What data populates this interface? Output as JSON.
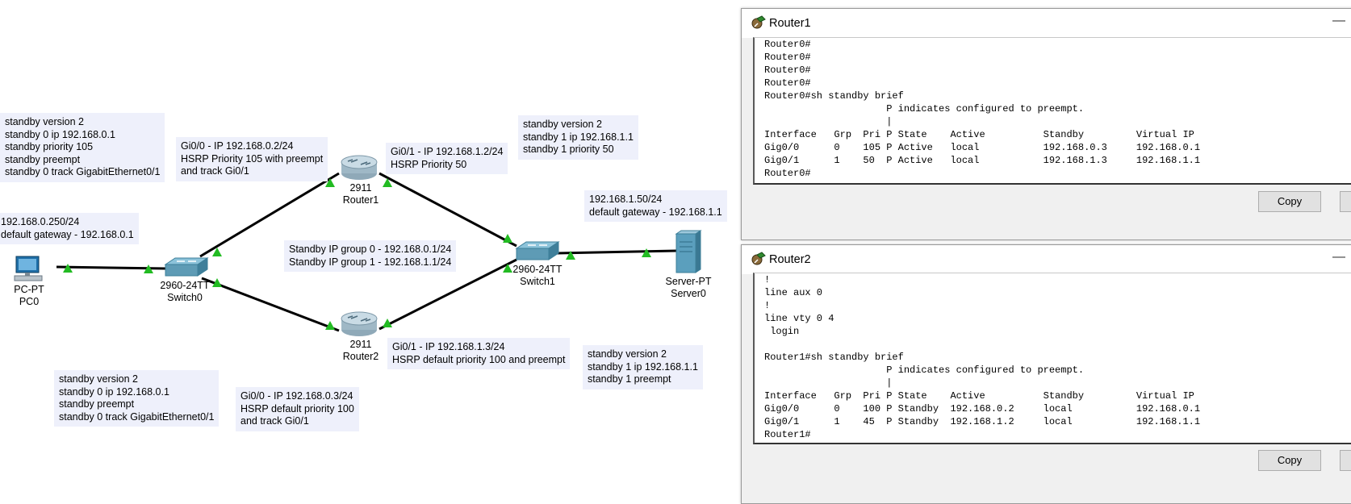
{
  "devices": {
    "pc0": {
      "type": "PC-PT",
      "name": "PC0"
    },
    "switch0": {
      "type": "2960-24TT",
      "name": "Switch0"
    },
    "router1": {
      "type": "2911",
      "name": "Router1"
    },
    "router2": {
      "type": "2911",
      "name": "Router2"
    },
    "switch1": {
      "type": "2960-24TT",
      "name": "Switch1"
    },
    "server0": {
      "type": "Server-PT",
      "name": "Server0"
    }
  },
  "notes": {
    "router1_config": [
      "standby version 2",
      "standby 0 ip 192.168.0.1",
      "standby priority 105",
      "standby preempt",
      "standby 0 track GigabitEthernet0/1"
    ],
    "router1_gi00": [
      "Gi0/0 - IP 192.168.0.2/24",
      "HSRP Priority 105 with preempt",
      "and track Gi0/1"
    ],
    "router1_gi01": [
      "Gi0/1 - IP 192.168.1.2/24",
      "HSRP Priority 50"
    ],
    "router1_g1_config": [
      "standby version 2",
      "standby 1 ip 192.168.1.1",
      "standby 1 priority 50"
    ],
    "server_ip": [
      "192.168.1.50/24",
      "default gateway - 192.168.1.1"
    ],
    "pc_ip": [
      "192.168.0.250/24",
      "default gateway - 192.168.0.1"
    ],
    "standby_ips": [
      "Standby IP group 0 - 192.168.0.1/24",
      "Standby IP group 1 - 192.168.1.1/24"
    ],
    "router2_gi01": [
      "Gi0/1 - IP 192.168.1.3/24",
      "HSRP default priority 100 and preempt"
    ],
    "router2_g1_config": [
      "standby version 2",
      "standby 1 ip 192.168.1.1",
      "standby 1 preempt"
    ],
    "router2_config": [
      "standby version 2",
      "standby 0 ip 192.168.0.1",
      "standby preempt",
      "standby 0 track GigabitEthernet0/1"
    ],
    "router2_gi00": [
      "Gi0/0 - IP 192.168.0.3/24",
      "HSRP default priority 100",
      "and track Gi0/1"
    ]
  },
  "window1": {
    "title": "Router1",
    "minimize": "—",
    "terminal": "Router0#\nRouter0#\nRouter0#\nRouter0#\nRouter0#sh standby brief\n                     P indicates configured to preempt.\n                     |\nInterface   Grp  Pri P State    Active          Standby         Virtual IP\nGig0/0      0    105 P Active   local           192.168.0.3     192.168.0.1\nGig0/1      1    50  P Active   local           192.168.1.3     192.168.1.1\nRouter0#",
    "copy_label": "Copy"
  },
  "window2": {
    "title": "Router2",
    "minimize": "—",
    "terminal": "!\nline aux 0\n!\nline vty 0 4\n login\n\nRouter1#sh standby brief\n                     P indicates configured to preempt.\n                     |\nInterface   Grp  Pri P State    Active          Standby         Virtual IP\nGig0/0      0    100 P Standby  192.168.0.2     local           192.168.0.1\nGig0/1      1    45  P Standby  192.168.1.2     local           192.168.1.1\nRouter1#",
    "copy_label": "Copy"
  },
  "colors": {
    "link": "#000000",
    "link_light": "#22bb22",
    "note_bg": "#eef0fb",
    "router_body": "#9fb8c6",
    "switch_body": "#5e9bb5"
  }
}
